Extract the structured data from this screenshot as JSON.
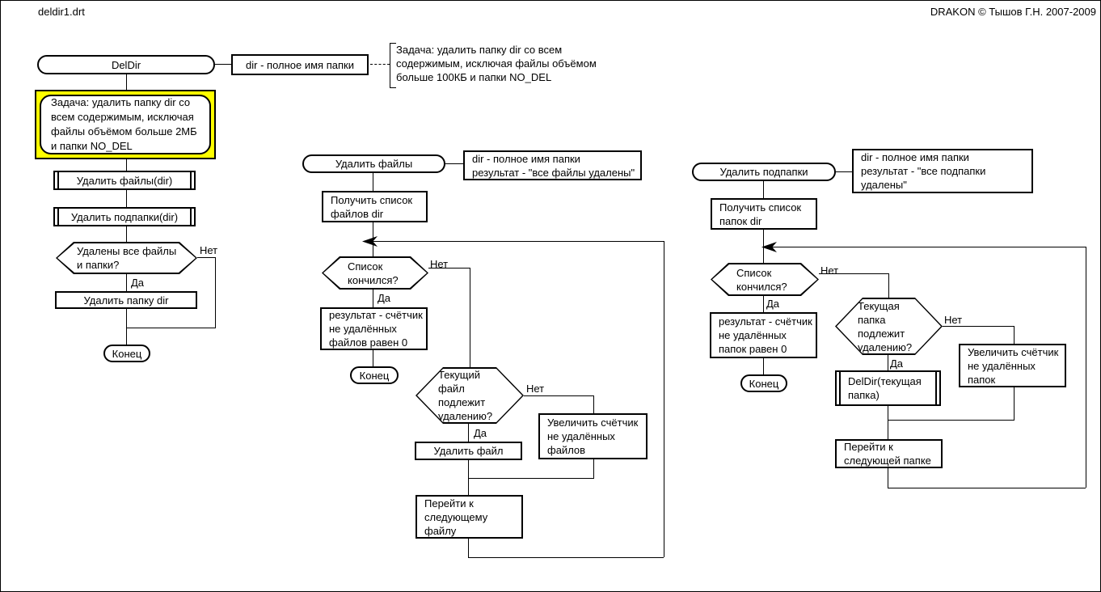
{
  "window": {
    "filename": "deldir1.drt",
    "credit": "DRAKON © Тышов Г.Н. 2007-2009"
  },
  "labels": {
    "yes": "Да",
    "no": "Нет"
  },
  "colors": {
    "note_highlight": "#ffff00",
    "line": "#000000"
  },
  "main": {
    "start": "DelDir",
    "param": "dir - полное имя папки",
    "note": "Задача: удалить папку dir со всем\nсодержимым, исключая файлы объёмом\nбольше 100КБ и папки NO_DEL",
    "task": "Задача: удалить папку dir со\nвсем содержимым, исключая\nфайлы объёмом больше 2МБ\nи папки NO_DEL",
    "call_files": "Удалить файлы(dir)",
    "call_folders": "Удалить подпапки(dir)",
    "q_all_deleted": "Удалены все файлы\nи папки?",
    "delete_folder": "Удалить папку dir",
    "end": "Конец"
  },
  "files": {
    "start": "Удалить файлы",
    "comment": "dir - полное имя папки\nрезультат - \"все файлы удалены\"",
    "get_list": "Получить список\nфайлов dir",
    "q_list_end": "Список\nкончился?",
    "result": "результат - счётчик\nне удалённых\nфайлов равен 0",
    "end": "Конец",
    "q_current": "Текущий\nфайл\nподлежит\nудалению?",
    "inc_counter": "Увеличить счётчик\nне удалённых\nфайлов",
    "delete_file": "Удалить файл",
    "next": "Перейти к\nследующему\nфайлу"
  },
  "folders": {
    "start": "Удалить подпапки",
    "comment": "dir - полное имя папки\nрезультат - \"все подпапки\nудалены\"",
    "get_list": "Получить список\nпапок dir",
    "q_list_end": "Список\nкончился?",
    "result": "результат - счётчик\nне удалённых\nпапок равен 0",
    "end": "Конец",
    "q_current": "Текущая\nпапка\nподлежит\nудалению?",
    "inc_counter": "Увеличить счётчик\nне удалённых\nпапок",
    "recurse": "DelDir(текущая\nпапка)",
    "next": "Перейти к\nследующей папке"
  }
}
